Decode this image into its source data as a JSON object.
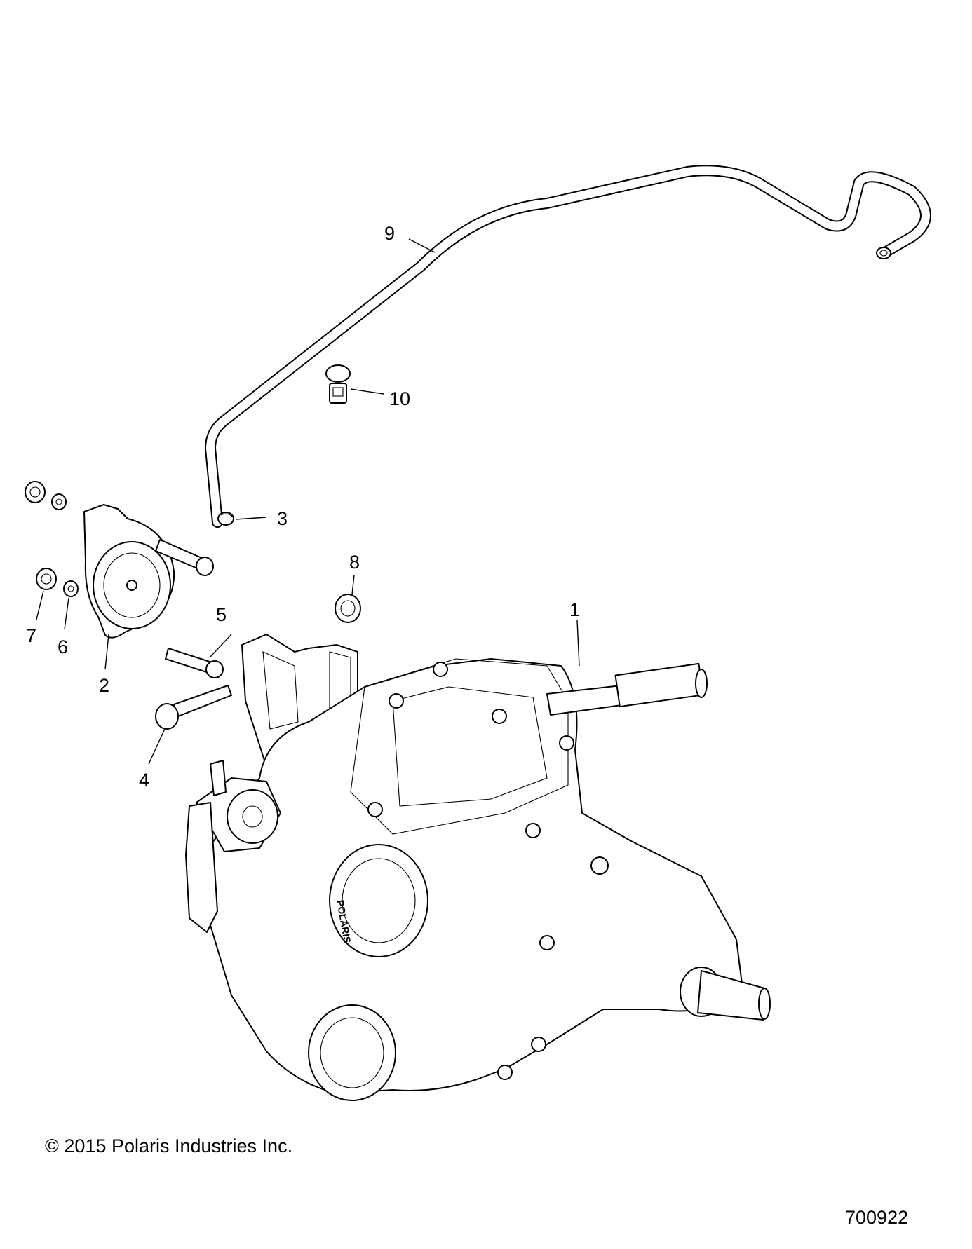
{
  "callouts": [
    {
      "id": "1",
      "label": "1"
    },
    {
      "id": "2",
      "label": "2"
    },
    {
      "id": "3",
      "label": "3"
    },
    {
      "id": "4",
      "label": "4"
    },
    {
      "id": "5",
      "label": "5"
    },
    {
      "id": "6",
      "label": "6"
    },
    {
      "id": "7",
      "label": "7"
    },
    {
      "id": "8",
      "label": "8"
    },
    {
      "id": "9",
      "label": "9"
    },
    {
      "id": "10",
      "label": "10"
    }
  ],
  "footer": {
    "copyright": "© 2015 Polaris Industries Inc.",
    "drawing_number": "700922"
  },
  "housing_logo_text": "POLARIS"
}
